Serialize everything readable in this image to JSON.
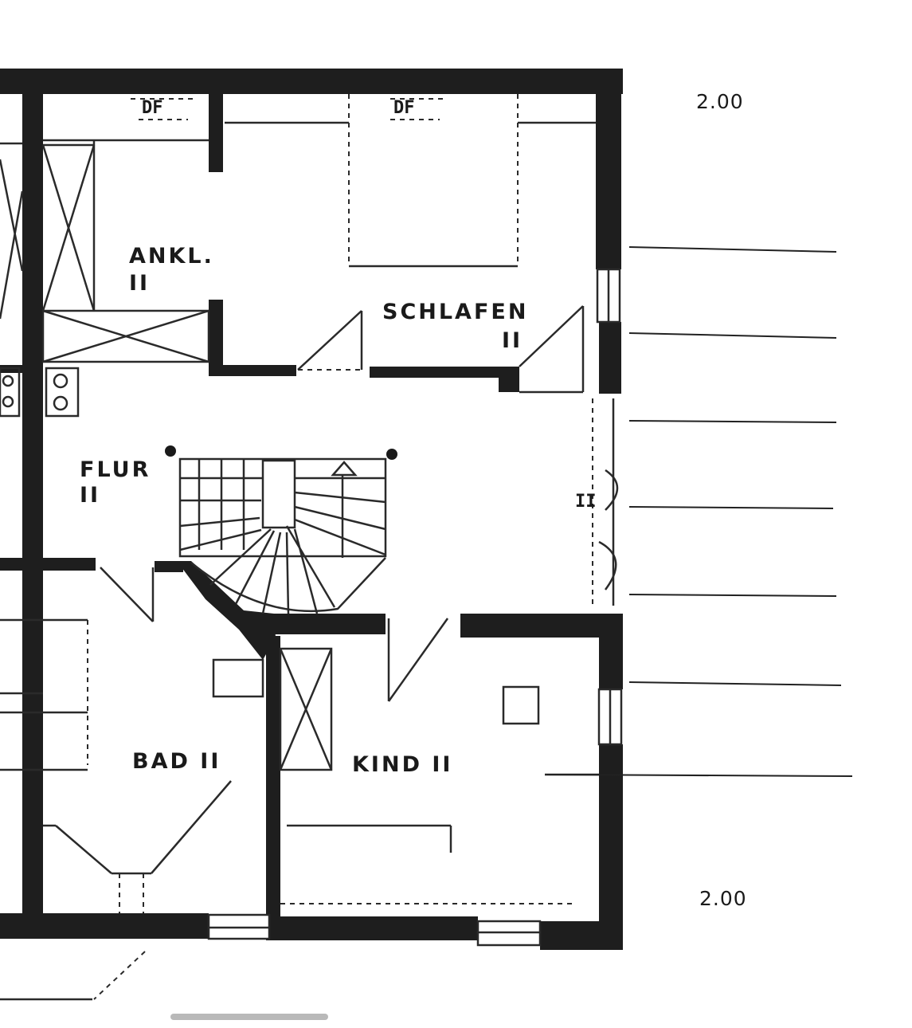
{
  "rooms": {
    "ankl": {
      "name": "ANKL.",
      "floor": "II"
    },
    "schlafen": {
      "name": "SCHLAFEN",
      "floor": "II"
    },
    "flur": {
      "name": "FLUR",
      "floor": "II"
    },
    "bad": {
      "name": "BAD II"
    },
    "kind": {
      "name": "KIND II"
    }
  },
  "roof_windows": [
    "DF",
    "DF"
  ],
  "corridor_mark": "II",
  "dimensions": {
    "top": "2.00",
    "bottom": "2.00"
  }
}
